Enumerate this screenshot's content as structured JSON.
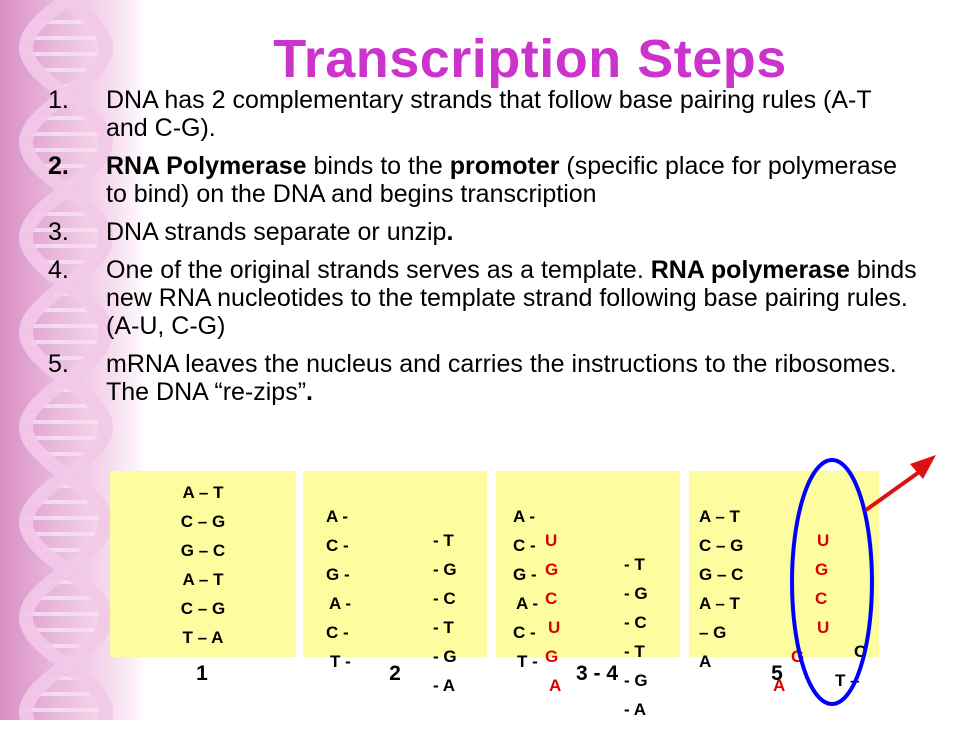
{
  "title": "Transcription Steps",
  "steps": [
    {
      "num": "1.",
      "parts": [
        {
          "t": "DNA has 2 complementary strands that follow base pairing rules (A-T and C-G).",
          "b": false
        }
      ]
    },
    {
      "num": "2.",
      "bold_num": true,
      "parts": [
        {
          "t": "RNA Polymerase",
          "b": true
        },
        {
          "t": " binds to the ",
          "b": false
        },
        {
          "t": "promoter",
          "b": true
        },
        {
          "t": " (specific place for polymerase to bind) on the DNA and begins transcription",
          "b": false
        }
      ]
    },
    {
      "num": "3.",
      "parts": [
        {
          "t": "DNA strands separate or unzip",
          "b": false
        },
        {
          "t": ".",
          "b": true
        }
      ]
    },
    {
      "num": "4.",
      "parts": [
        {
          "t": "One of the original strands serves as a template. ",
          "b": false
        },
        {
          "t": "RNA polymerase",
          "b": true
        },
        {
          "t": " binds new RNA nucleotides to the template strand following base pairing rules. (A-U, C-G)",
          "b": false
        }
      ]
    },
    {
      "num": "5.",
      "parts": [
        {
          "t": "mRNA leaves the nucleus and carries the instructions to the ribosomes. The DNA “re-zips”",
          "b": false
        },
        {
          "t": ".",
          "b": true
        }
      ]
    }
  ],
  "panel1": {
    "rows": [
      "A – T",
      "C – G",
      "G – C",
      "A – T",
      "C – G",
      "T – A"
    ],
    "label": "1"
  },
  "panel2": {
    "left": [
      "A -",
      "C -",
      "G -",
      "A -",
      "C -",
      "T -"
    ],
    "right": [
      "- T",
      "- G",
      "- C",
      "- T",
      "- G",
      "- A"
    ],
    "label": "2"
  },
  "panel3": {
    "left": [
      "A -",
      "C -",
      "G -",
      "A -",
      "C -",
      "T -"
    ],
    "rna": [
      "U",
      "G",
      "C",
      "U",
      "G",
      "A"
    ],
    "right": [
      "- T",
      "- G",
      "- C",
      "- T",
      "- G",
      "- A"
    ],
    "label": "3 - 4"
  },
  "panel4": {
    "rows": [
      "A – T",
      "C – G",
      "G – C",
      "A – T",
      "– G",
      "A"
    ],
    "rna": [
      "U",
      "G",
      "C",
      "U",
      "G",
      "A"
    ],
    "extra": {
      "r4": "C",
      "r5": "T –"
    },
    "label": "5"
  },
  "colors": {
    "title": "#cc33cc",
    "rna": "#dd0000",
    "panel_bg": "#fdfda0",
    "rna_highlight": "#0000ff"
  }
}
